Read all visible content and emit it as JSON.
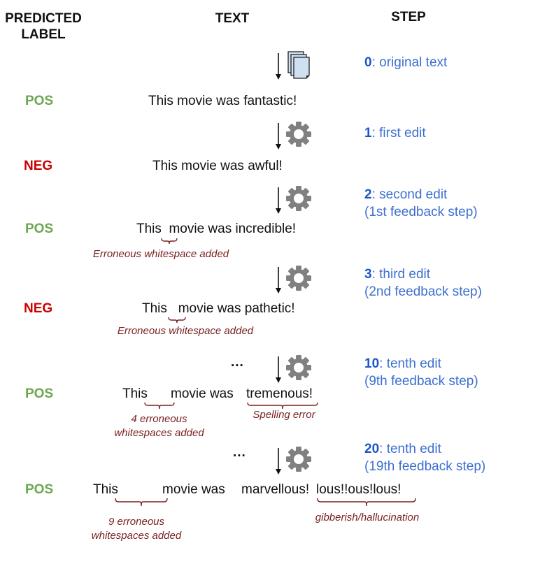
{
  "headers": {
    "predicted_label": "PREDICTED\nLABEL",
    "text": "TEXT",
    "step": "STEP"
  },
  "colors": {
    "pos": "#6aa84f",
    "neg": "#cc0000",
    "step_blue": "#3d6fd0",
    "annotation": "#7a1f1f",
    "gear": "#808080"
  },
  "steps": [
    {
      "num": "0",
      "desc": ": original text",
      "desc2": "",
      "icon": "documents-icon"
    },
    {
      "num": "1",
      "desc": ": first edit",
      "desc2": "",
      "icon": "gear-icon"
    },
    {
      "num": "2",
      "desc": ": second edit",
      "desc2": "(1st feedback step)",
      "icon": "gear-icon"
    },
    {
      "num": "3",
      "desc": ": third edit",
      "desc2": "(2nd feedback step)",
      "icon": "gear-icon"
    },
    {
      "num": "10",
      "desc": ": tenth edit",
      "desc2": "(9th feedback step)",
      "icon": "gear-icon"
    },
    {
      "num": "20",
      "desc": ": tenth edit",
      "desc2": "(19th feedback step)",
      "icon": "gear-icon"
    }
  ],
  "rows": [
    {
      "label": "POS",
      "text": "This movie was fantastic!"
    },
    {
      "label": "NEG",
      "text": "This movie was awful!"
    },
    {
      "label": "POS",
      "text": "This  movie was incredible!",
      "annotations": [
        "Erroneous whitespace added"
      ]
    },
    {
      "label": "NEG",
      "text": "This   movie was pathetic!",
      "annotations": [
        "Erroneous whitespace added"
      ]
    },
    {
      "label": "POS",
      "text_a": "This",
      "text_b": "movie was",
      "text_c": "tremenous!",
      "annotations": [
        "4 erroneous\nwhitespaces added",
        "Spelling error"
      ]
    },
    {
      "label": "POS",
      "text_a": "This",
      "text_b": "movie was",
      "text_c": "marvellous!",
      "text_d": "lous!!ous!lous!",
      "annotations": [
        "9 erroneous\nwhitespaces added",
        "gibberish/hallucination"
      ]
    }
  ],
  "ellipsis": "..."
}
